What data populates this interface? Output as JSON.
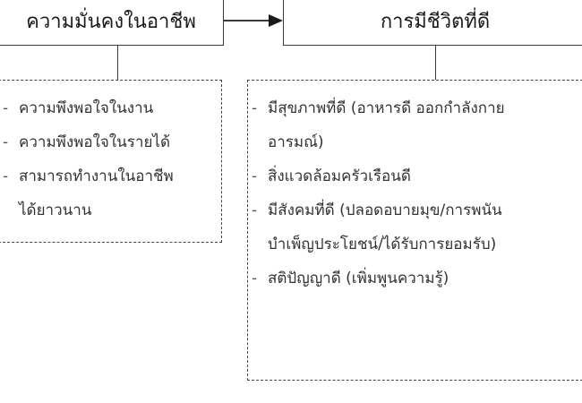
{
  "diagram": {
    "left_header": "ความมั่นคงในอาชีพ",
    "right_header": "การมีชีวิตที่ดี",
    "bullet": "-",
    "left_items": [
      {
        "lines": [
          "ความพึงพอใจในงาน"
        ]
      },
      {
        "lines": [
          "ความพึงพอใจในรายได้"
        ]
      },
      {
        "lines": [
          "สามารถทำงานในอาชีพ",
          "ได้ยาวนาน"
        ]
      }
    ],
    "right_items": [
      {
        "lines": [
          "มีสุขภาพที่ดี (อาหารดี ออกกำลังกาย",
          "อารมณ์)"
        ]
      },
      {
        "lines": [
          "สิ่งแวดล้อมครัวเรือนดี"
        ]
      },
      {
        "lines": [
          "มีสังคมที่ดี (ปลอดอบายมุข/การพนัน",
          "บำเพ็ญประโยชน์/ได้รับการยอมรับ)"
        ]
      },
      {
        "lines": [
          "สติปัญญาดี (เพิ่มพูนความรู้)"
        ]
      }
    ]
  }
}
